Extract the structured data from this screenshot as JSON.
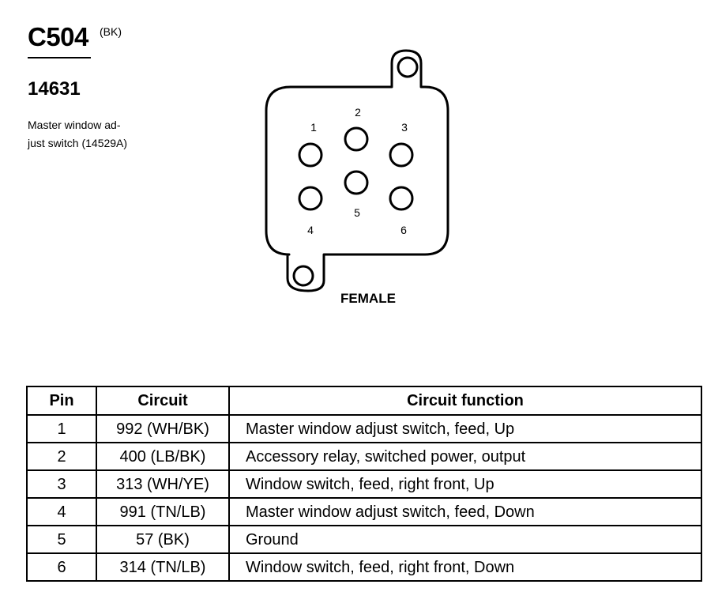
{
  "header": {
    "connector_id": "C504",
    "color_code": "(BK)",
    "part_number": "14631",
    "description_line1": "Master window ad-",
    "description_line2": "just switch (14529A)"
  },
  "connector": {
    "gender": "FEMALE",
    "pin_labels": [
      "1",
      "2",
      "3",
      "4",
      "5",
      "6"
    ]
  },
  "table": {
    "headers": [
      "Pin",
      "Circuit",
      "Circuit function"
    ],
    "rows": [
      {
        "pin": "1",
        "circuit": "992 (WH/BK)",
        "function": "Master window adjust switch, feed, Up"
      },
      {
        "pin": "2",
        "circuit": "400 (LB/BK)",
        "function": "Accessory relay, switched power, output"
      },
      {
        "pin": "3",
        "circuit": "313 (WH/YE)",
        "function": "Window switch, feed, right front, Up"
      },
      {
        "pin": "4",
        "circuit": "991 (TN/LB)",
        "function": "Master window adjust switch, feed, Down"
      },
      {
        "pin": "5",
        "circuit": "57 (BK)",
        "function": "Ground"
      },
      {
        "pin": "6",
        "circuit": "314 (TN/LB)",
        "function": "Window switch, feed, right front, Down"
      }
    ]
  }
}
